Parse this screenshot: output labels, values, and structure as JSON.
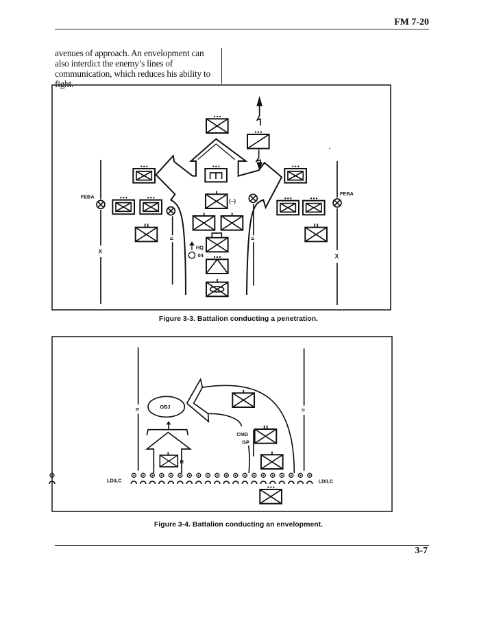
{
  "header": {
    "doc_id": "FM 7-20"
  },
  "body_text": "avenues of approach. An envelopment can also interdict the enemy’s lines of communication, which reduces his ability to fight.",
  "figure_3_3": {
    "caption": "Figure 3-3.  Battalion conducting a penetration.",
    "labels": {
      "feba_left": "FEBA",
      "feba_right": "FEBA",
      "minus": "(–)",
      "hq": "HQ",
      "hq_num": "04",
      "x_left": "X",
      "x_right": "X",
      "eq_left": "=",
      "eq_right": "="
    }
  },
  "figure_3_4": {
    "caption": "Figure 3-4.  Battalion conducting an envelopment.",
    "labels": {
      "obj": "OBJ",
      "cmd": "CMD",
      "gp": "GP",
      "h": "H",
      "ldlc_left": "LD/LC",
      "ldlc_right": "LD/LC",
      "eq_left": "=",
      "eq_right": "="
    }
  },
  "footer": {
    "page_number": "3-7"
  }
}
